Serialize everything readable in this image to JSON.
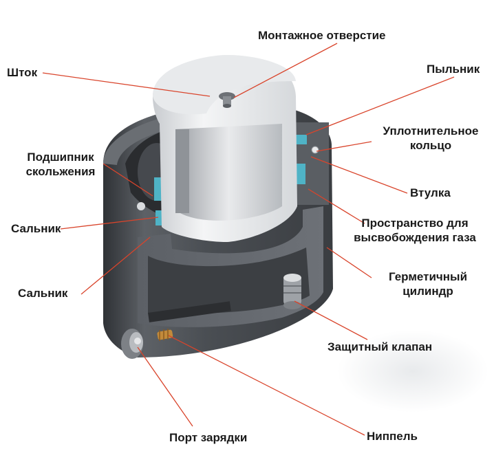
{
  "diagram": {
    "leader_color": "#d9442b",
    "body_color": "#55595e",
    "rod_color": "#e2e4e6",
    "seal_color": "#4fb3c6",
    "labels": {
      "mounting_hole": "Монтажное отверстие",
      "rod": "Шток",
      "dust_cover": "Пыльник",
      "sealing_ring": "Уплотнительное\nкольцо",
      "sliding_bearing": "Подшипник\nскольжения",
      "bushing": "Втулка",
      "gland_upper": "Сальник",
      "gas_release_space": "Пространство для\nвысвобождения газа",
      "gland_lower": "Сальник",
      "sealed_cylinder": "Герметичный\nцилиндр",
      "safety_valve": "Защитный клапан",
      "charging_port": "Порт зарядки",
      "nipple": "Ниппель"
    }
  }
}
